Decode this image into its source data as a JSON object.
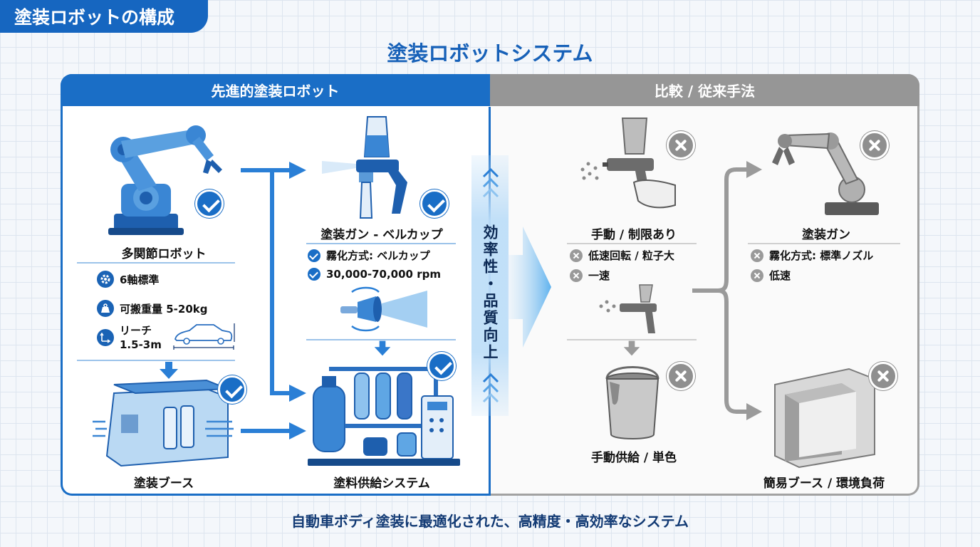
{
  "page_tag": "塗装ロボットの構成",
  "title": "塗装ロボットシステム",
  "footer": "自動車ボディ塗装に最適化された、高精度・高効率なシステム",
  "center_label": "効率性・品質向上",
  "colors": {
    "accent_blue": "#1a6ec6",
    "dark_blue": "#1761b8",
    "comparison_gray": "#969696",
    "grid_bg": "#f4f7fb"
  },
  "left_panel": {
    "header": "先進的塗装ロボット",
    "robot": {
      "label": "多関節ロボット",
      "icon": "robot-arm-icon",
      "specs": [
        {
          "icon": "gear-icon",
          "text": "6軸標準"
        },
        {
          "icon": "weight-icon",
          "text": "可搬重量 5-20kg"
        },
        {
          "icon": "reach-arrows-icon",
          "text_line1": "リーチ",
          "text_line2": "1.5-3m"
        }
      ]
    },
    "gun": {
      "label": "塗装ガン - ベルカップ",
      "icon": "spray-gun-icon",
      "specs": [
        "霧化方式: ベルカップ",
        "30,000-70,000 rpm"
      ]
    },
    "booth": {
      "label": "塗装ブース",
      "icon": "paint-booth-icon"
    },
    "supply": {
      "label": "塗料供給システム",
      "icon": "paint-supply-system-icon"
    }
  },
  "right_panel": {
    "header": "比較 / 従来手法",
    "manual": {
      "label": "手動 / 制限あり",
      "icon": "hand-spray-gun-icon",
      "specs": [
        "低速回転 / 粒子大",
        "一速"
      ]
    },
    "gun": {
      "label": "塗装ガン",
      "icon": "gray-robot-arm-icon",
      "specs": [
        "霧化方式: 標準ノズル",
        "低速"
      ]
    },
    "supply": {
      "label": "手動供給 / 単色",
      "icon": "paint-bucket-icon"
    },
    "booth": {
      "label": "簡易ブース / 環境負荷",
      "icon": "simple-booth-icon"
    }
  }
}
